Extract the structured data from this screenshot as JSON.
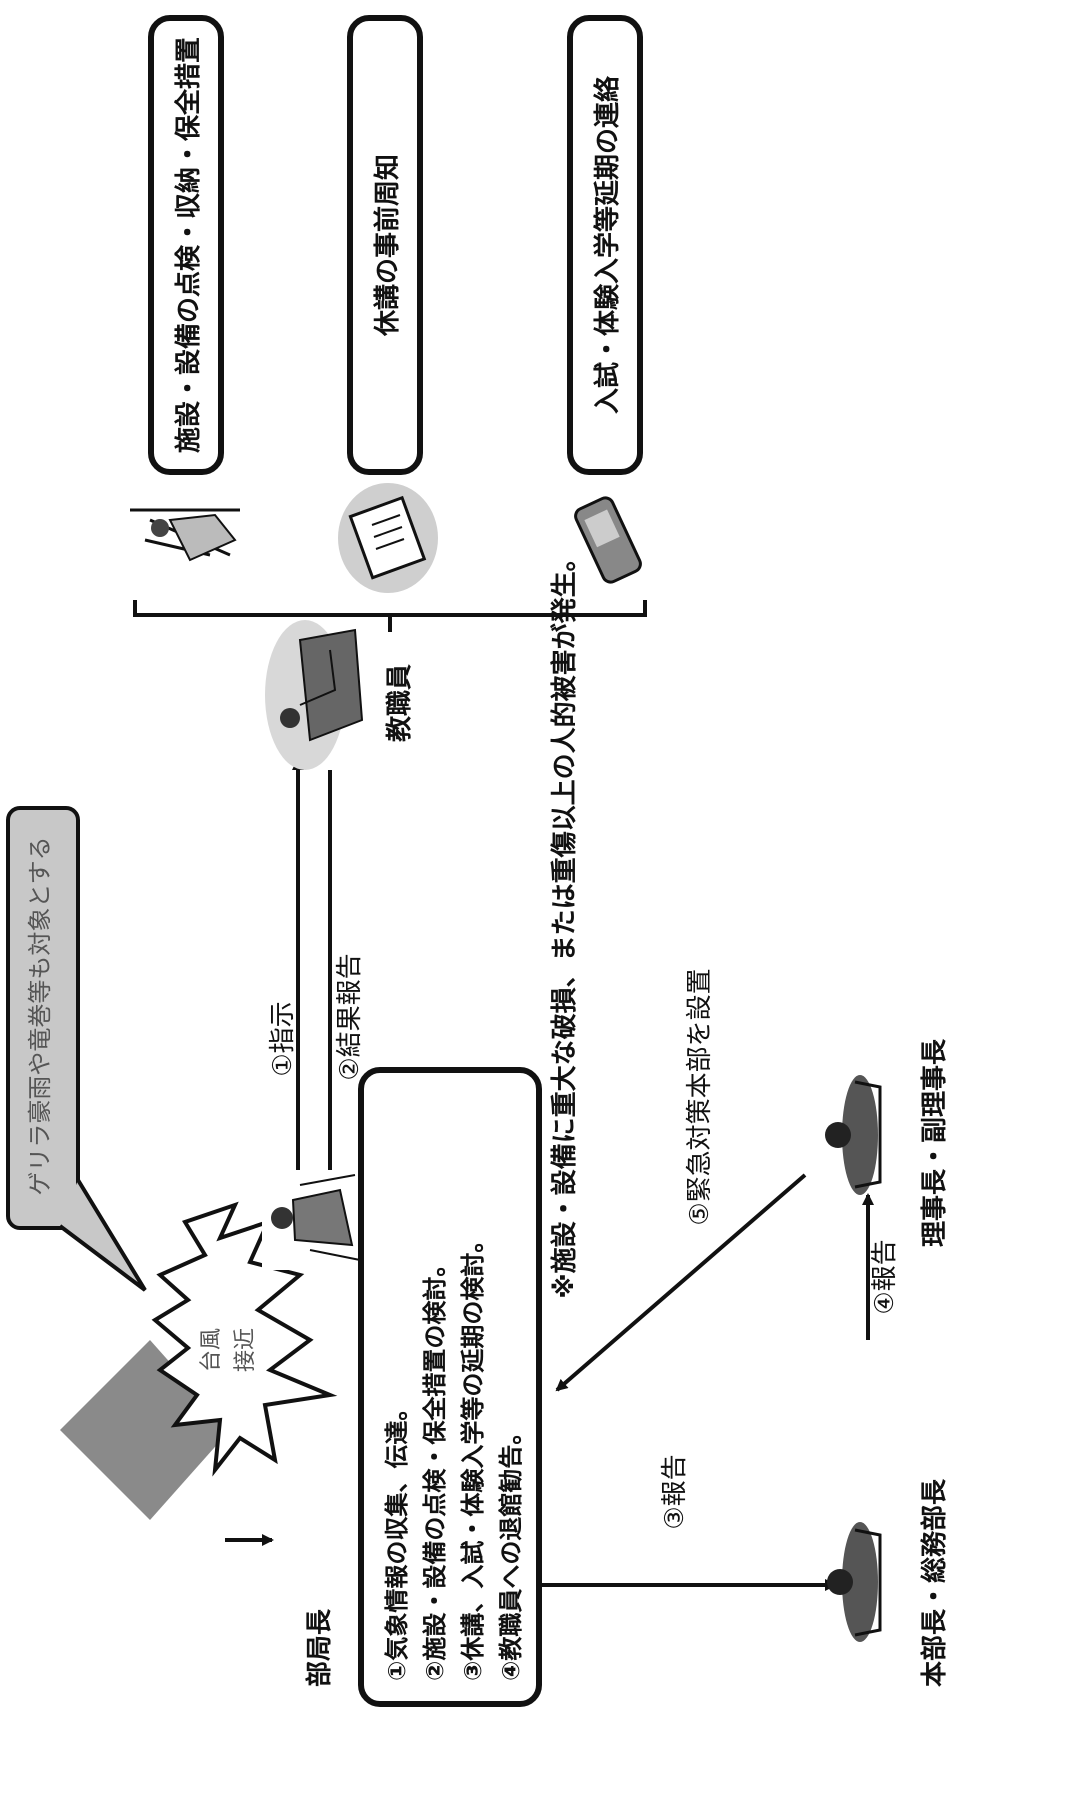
{
  "trigger": {
    "burst_label": "台風\n接近",
    "callout_text": "ゲリラ豪雨や竜巻等も対象とする"
  },
  "actors": {
    "dept_head": "部局長",
    "staff": "教職員",
    "hq_head": "本部長・総務部長",
    "president": "理事長・副理事長"
  },
  "arrows": {
    "instruct": "①指示",
    "result_report": "②結果報告",
    "report3": "③報告",
    "report4": "④報告",
    "emergency": "⑤緊急対策本部を設置"
  },
  "note": "※施設・設備に重大な破損、または重傷以上の人的被害が発生。",
  "actions_box": [
    "①気象情報の収集、伝達。",
    "②施設・設備の点検・保全措置の検討。",
    "③休講、入試・体験入学等の延期の検討。",
    "④教職員への退館勧告。"
  ],
  "tasks": [
    "施設・設備の点検・収納・保全措置",
    "休講の事前周知",
    "入試・体験入学等延期の連絡"
  ],
  "icons": {
    "burst": "explosion-burst",
    "dept_head": "person-at-desk",
    "staff": "person-reading-document",
    "hq_head": "person-at-desk",
    "president": "person-at-desk",
    "task1": "worker-with-tools",
    "task2": "notice-document",
    "task3": "mobile-phone"
  }
}
